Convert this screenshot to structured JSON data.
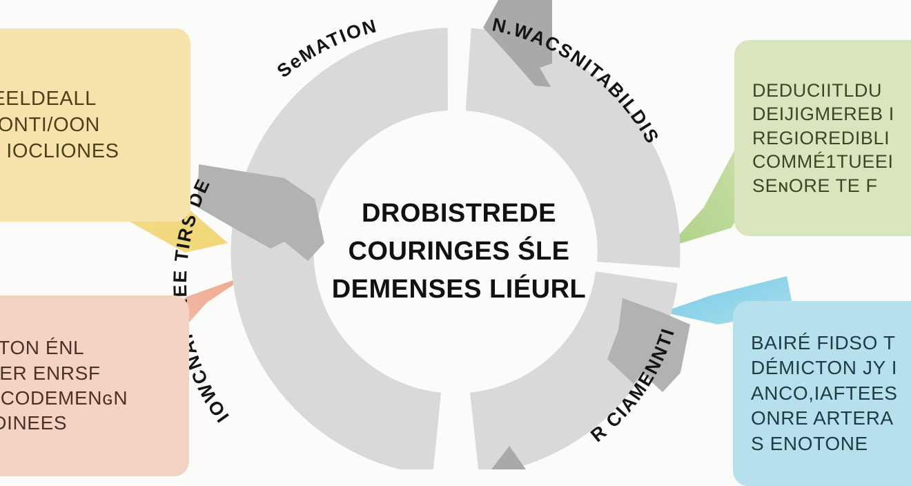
{
  "diagram": {
    "type": "cycle-ring",
    "background_color": "#fbfbfa",
    "center": {
      "lines": [
        "DROBISTREDE",
        "COURINGES ŚLE",
        "DEMENSES LIÉURL"
      ]
    },
    "ring": {
      "color": "#d9d9d9",
      "arrow_color": "#a9a9a9",
      "segment_labels": [
        {
          "id": "seg-top-left",
          "text": "SeMATION"
        },
        {
          "id": "seg-top-right",
          "text": "N.WACSNITABILDIS"
        },
        {
          "id": "seg-bottom-left",
          "text": "IOWCNAPTREE TIRS DE"
        },
        {
          "id": "seg-bottom-right",
          "text": "R CIAMENNTION"
        }
      ]
    },
    "callouts": [
      {
        "id": "callout-top-left",
        "position": "top-left",
        "color": "#f6e3ac",
        "text_color": "#4c3f1c",
        "lines": [
          "ʀEELDEALL",
          "MONTI/OON",
          "VI IOCLIONES"
        ]
      },
      {
        "id": "callout-top-right",
        "position": "top-right",
        "color": "#d8e5bd",
        "text_color": "#3c4528",
        "lines": [
          "DEDUCIITLDU",
          "DEIJIGMEREB I",
          "REGIOREDIBLI",
          "COMMÉ1TUEEI",
          "SEɴORE TE F"
        ]
      },
      {
        "id": "callout-bottom-left",
        "position": "bottom-left",
        "color": "#f4d3c3",
        "text_color": "#4b3128",
        "lines": [
          "E TON ÉNL",
          "NIER ENRSF",
          "O CODEMENɢN",
          "PDINEES"
        ]
      },
      {
        "id": "callout-bottom-right",
        "position": "bottom-right",
        "color": "#b5e0ec",
        "text_color": "#1f3b45",
        "lines": [
          "BAIRÉ FIDSO T",
          "DÉMICTON JY I",
          "ANCO,IAFTEES",
          "ONRE ARTERA",
          "S ENOTONE"
        ]
      }
    ],
    "connectors": [
      {
        "id": "connector-yellow",
        "color": "#f1d878"
      },
      {
        "id": "connector-green",
        "color": "#b6d48c"
      },
      {
        "id": "connector-pink",
        "color": "#f0a98f"
      },
      {
        "id": "connector-blue",
        "color": "#7fcfe6"
      }
    ]
  }
}
